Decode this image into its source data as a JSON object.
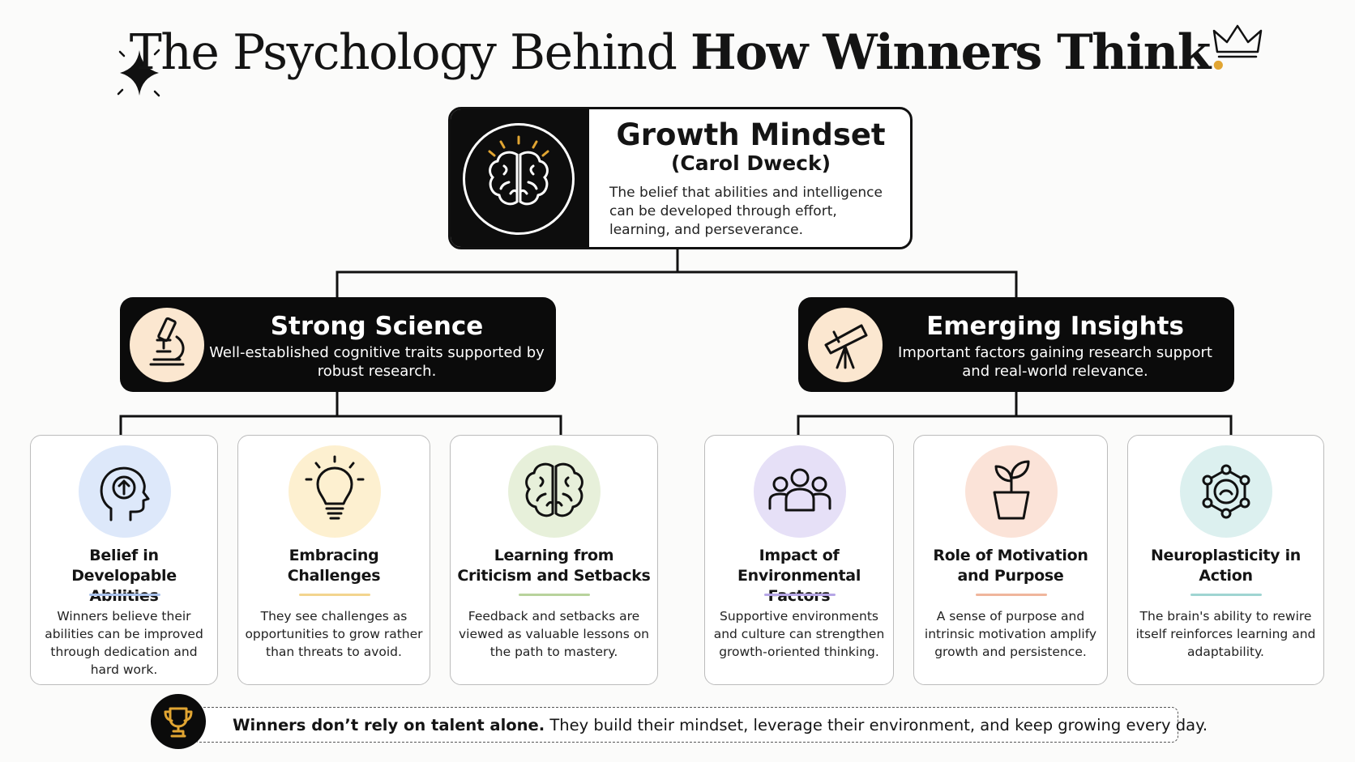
{
  "title": {
    "part1": "The Psychology Behind ",
    "part2": "How Winners Think",
    "dot": "."
  },
  "root": {
    "title": "Growth Mindset",
    "subtitle": "(Carol Dweck)",
    "description": "The belief that abilities and intelligence can be developed through effort, learning, and perseverance.",
    "icon": "brain-icon"
  },
  "categories": [
    {
      "title": "Strong Science",
      "description": "Well-established cognitive traits supported by robust research.",
      "icon": "microscope-icon"
    },
    {
      "title": "Emerging Insights",
      "description": "Important factors gaining research support and real-world relevance.",
      "icon": "telescope-icon"
    }
  ],
  "cards": [
    {
      "title": "Belief in Developable Abilities",
      "description": "Winners believe their abilities can be improved through dedication and hard work.",
      "icon": "head-growth-icon",
      "color": "#dde8fa",
      "accent": "#a9c1ea"
    },
    {
      "title": "Embracing Challenges",
      "description": "They see challenges as opportunities to grow rather than threats to avoid.",
      "icon": "lightbulb-icon",
      "color": "#fdf0d0",
      "accent": "#f3d58e"
    },
    {
      "title": "Learning from Criticism and Setbacks",
      "description": "Feedback and setbacks are viewed as valuable lessons on the path to mastery.",
      "icon": "brain-icon",
      "color": "#e7f0da",
      "accent": "#b8d39c"
    },
    {
      "title": "Impact of Environmental Factors",
      "description": "Supportive environments and culture can strengthen growth-oriented thinking.",
      "icon": "group-icon",
      "color": "#e6e0f7",
      "accent": "#b6a6e6"
    },
    {
      "title": "Role of Motivation and Purpose",
      "description": "A sense of purpose and intrinsic motivation amplify growth and persistence.",
      "icon": "plant-icon",
      "color": "#fbe3d8",
      "accent": "#f0b69c"
    },
    {
      "title": "Neuroplasticity in Action",
      "description": "The brain's ability to rewire itself reinforces learning and adaptability.",
      "icon": "network-icon",
      "color": "#dcf0ef",
      "accent": "#9fd5d2"
    }
  ],
  "banner": {
    "bold": "Winners don’t rely on talent alone.",
    "rest": " They build their mindset, leverage their environment, and keep growing every day.",
    "icon": "trophy-icon"
  },
  "colors": {
    "dark": "#0b0b0b",
    "gold": "#e1a532",
    "iconbg": "#fbe7d0"
  }
}
